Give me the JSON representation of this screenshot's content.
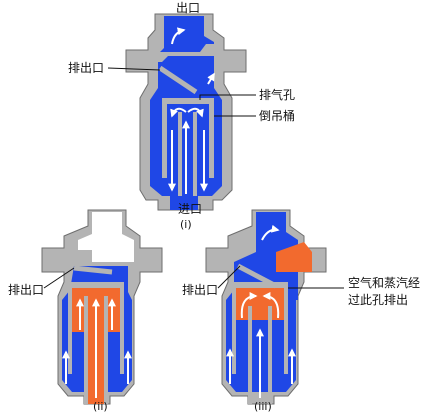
{
  "colors": {
    "body_gray": "#b4b4b4",
    "body_outline": "#6e6e6e",
    "water_blue": "#1f47e6",
    "steam_orange": "#f26a2e",
    "light_blue": "#9fb3ff",
    "white": "#ffffff"
  },
  "labels": {
    "outlet": "出口",
    "discharge_port_i": "排出口",
    "vent_hole": "排气孔",
    "inverted_bucket": "倒吊桶",
    "inlet": "进口",
    "caption_i": "(i)",
    "discharge_port_ii": "排出口",
    "caption_ii": "(ii)",
    "discharge_port_iii": "排出口",
    "air_steam_line1": "空气和蒸汽经",
    "air_steam_line2": "过此孔排出",
    "caption_iii": "(iii)"
  }
}
